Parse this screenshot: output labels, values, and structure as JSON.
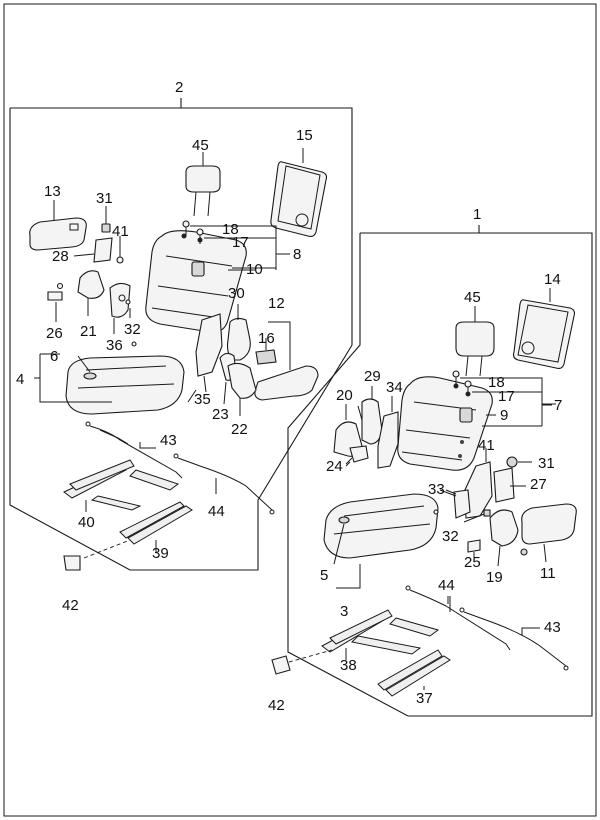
{
  "labels": {
    "l1": "1",
    "l2": "2",
    "l3": "3",
    "l4": "4",
    "l5": "5",
    "l6": "6",
    "l7": "7",
    "l8": "8",
    "l9": "9",
    "l10": "10",
    "l11": "11",
    "l12": "12",
    "l13": "13",
    "l14": "14",
    "l15": "15",
    "l16": "16",
    "l17a": "17",
    "l17b": "17",
    "l18a": "18",
    "l18b": "18",
    "l19": "19",
    "l20": "20",
    "l21": "21",
    "l22": "22",
    "l23": "23",
    "l24": "24",
    "l25": "25",
    "l26": "26",
    "l27": "27",
    "l28": "28",
    "l29": "29",
    "l30": "30",
    "l31a": "31",
    "l31b": "31",
    "l32a": "32",
    "l32b": "32",
    "l33": "33",
    "l34": "34",
    "l35": "35",
    "l36": "36",
    "l37": "37",
    "l38": "38",
    "l39": "39",
    "l40": "40",
    "l41a": "41",
    "l41b": "41",
    "l42a": "42",
    "l42b": "42",
    "l43a": "43",
    "l43b": "43",
    "l44a": "44",
    "l44b": "44",
    "l45a": "45",
    "l45b": "45"
  }
}
